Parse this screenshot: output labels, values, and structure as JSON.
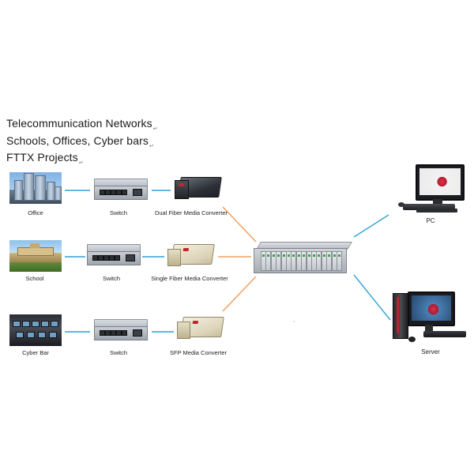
{
  "headings": [
    "Telecommunication Networks",
    "Schools, Offices, Cyber bars",
    "FTTX Projects"
  ],
  "rows": [
    {
      "site": "Office",
      "switch": "Switch",
      "converter": "Dual Fiber Media Converter"
    },
    {
      "site": "School",
      "switch": "Switch",
      "converter": "Single Fiber Media Converter"
    },
    {
      "site": "Cyber Bar",
      "switch": "Switch",
      "converter": "SFP Media Converter"
    }
  ],
  "endpoints": {
    "pc": "PC",
    "server": "Server"
  },
  "colors": {
    "copper_link": "#2e9fd2",
    "fiber_link": "#f0a060",
    "uplink": "#3aa6d6"
  }
}
